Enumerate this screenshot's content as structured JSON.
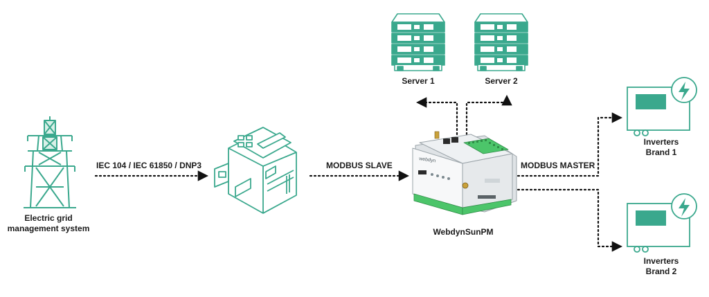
{
  "nodes": {
    "grid": {
      "line1": "Electric grid",
      "line2": "management system"
    },
    "server1": {
      "label": "Server 1"
    },
    "server2": {
      "label": "Server 2"
    },
    "gateway": {
      "label": "WebdynSunPM",
      "brand_text": "webdyn"
    },
    "inverter1": {
      "line1": "Inverters",
      "line2": "Brand 1"
    },
    "inverter2": {
      "line1": "Inverters",
      "line2": "Brand 2"
    }
  },
  "links": {
    "protocols": "IEC 104 / IEC 61850 / DNP3",
    "modbus_slave": "MODBUS SLAVE",
    "modbus_master": "MODBUS MASTER"
  },
  "colors": {
    "accent": "#3aa88d",
    "accent_light": "#d9f0e8",
    "terminal_green": "#4cc56a",
    "text": "#1a1a1a"
  },
  "icons": {
    "grid": "power-pylon-icon",
    "rtu": "rtu-device-icon",
    "server": "server-rack-icon",
    "gateway": "webdyn-gateway-icon",
    "inverter": "inverter-lightning-icon"
  }
}
